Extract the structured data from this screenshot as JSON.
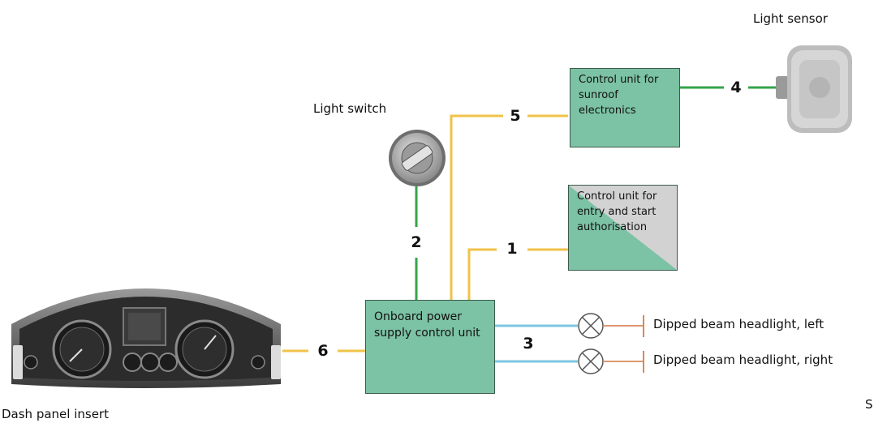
{
  "labels": {
    "light_sensor": "Light sensor",
    "light_switch": "Light switch",
    "dash_panel": "Dash panel insert",
    "headlight_left": "Dipped beam headlight, left",
    "headlight_right": "Dipped beam headlight, right",
    "corner_mark": "S"
  },
  "boxes": {
    "sunroof": {
      "lines": [
        "Control unit for",
        "sunroof",
        "electronics"
      ]
    },
    "entry": {
      "lines": [
        "Control unit for",
        "entry and start",
        "authorisation"
      ]
    },
    "onboard": {
      "lines": [
        "Onboard power",
        "supply control unit"
      ]
    }
  },
  "connections": {
    "c1": "1",
    "c2": "2",
    "c3": "3",
    "c4": "4",
    "c5": "5",
    "c6": "6"
  },
  "colors": {
    "box_fill": "#7cc2a4",
    "box_gray": "#d2d2d2",
    "bus_yellow": "#f1c24a",
    "bus_green": "#35a44a",
    "bus_blue": "#7cc6e2",
    "lamp_line": "#d88a5a"
  }
}
